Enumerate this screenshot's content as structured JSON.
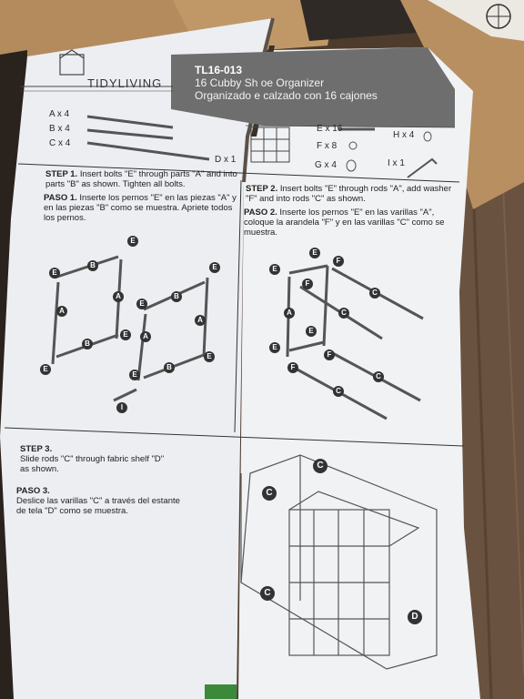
{
  "brand": "TIDYLIVING",
  "header": {
    "model": "TL16-013",
    "title_en": "16 Cubby Sh   oe Organizer",
    "title_es": "Organizado   e calzado con 16 cajones"
  },
  "parts": {
    "A": "A x 4",
    "B": "B x 4",
    "C": "C x 4",
    "D": "D x 1",
    "E": "E x 16",
    "F": "F x 8",
    "G": "G x 4",
    "H": "H x 4",
    "I": "I x 1"
  },
  "step1": {
    "en_label": "STEP 1.",
    "en_text": "Insert bolts \"E\" through parts \"A\" and into parts \"B\" as shown. Tighten all bolts.",
    "es_label": "PASO 1.",
    "es_text": "Inserte los pernos \"E\" en las piezas \"A\" y en las piezas \"B\" como se muestra. Apriete todos los pernos."
  },
  "step2": {
    "en_label": "STEP 2.",
    "en_text": "Insert bolts \"E\" through rods \"A\", add washer \"F\" and into rods \"C\" as shown.",
    "es_label": "PASO 2.",
    "es_text": "Inserte los pernos \"E\" en las varillas \"A\", coloque la arandela \"F\" y en las varillas \"C\" como se muestra."
  },
  "step3": {
    "en_label": "STEP 3.",
    "en_text": "Slide rods \"C\" through fabric shelf \"D\" as shown.",
    "es_label": "PASO 3.",
    "es_text": "Deslice las varillas \"C\" a través del estante de tela \"D\" como se muestra."
  },
  "callouts": {
    "A": "A",
    "B": "B",
    "C": "C",
    "D": "D",
    "E": "E",
    "F": "F",
    "I": "I"
  },
  "colors": {
    "paper": "#eef0f3",
    "header_band": "#6f6f6f",
    "cardboard": "#b08a5e",
    "floor": "#5a4634"
  }
}
